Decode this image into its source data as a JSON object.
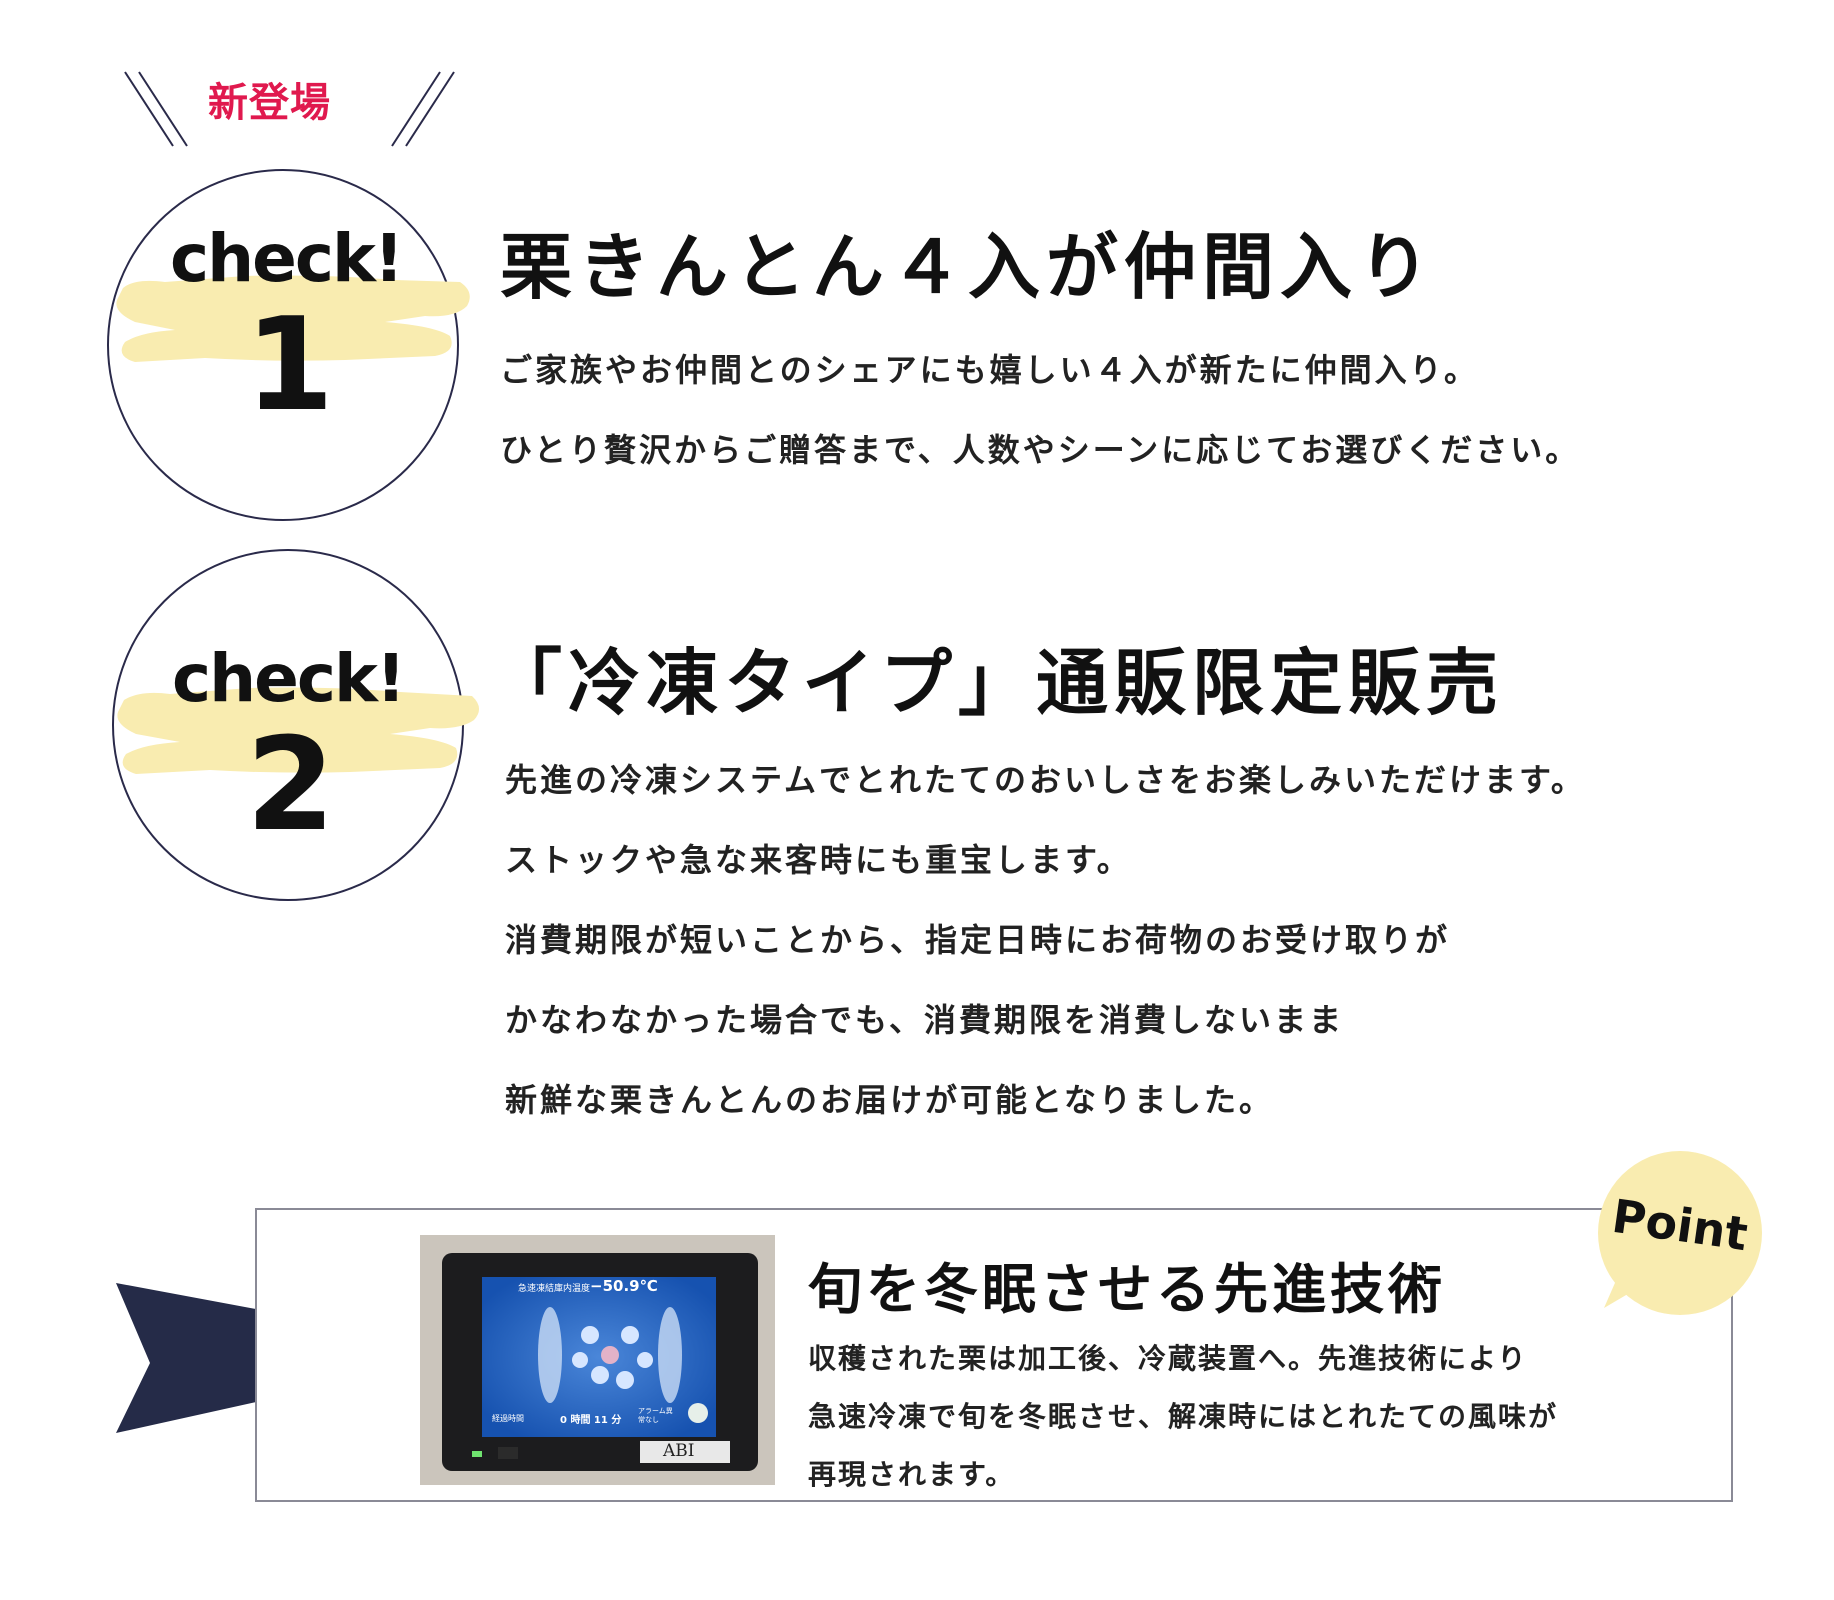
{
  "badges": {
    "new_label": "新登場",
    "check_word": "check!",
    "one": "1",
    "two": "2",
    "highlight_color": "#f9ecb0",
    "circle_color": "#2a2a4a"
  },
  "section1": {
    "heading": "栗きんとん４入が仲間入り",
    "lines": [
      "ご家族やお仲間とのシェアにも嬉しい４入が新たに仲間入り。",
      "ひとり贅沢からご贈答まで、人数やシーンに応じてお選びください。"
    ]
  },
  "section2": {
    "heading": "「冷凍タイプ」通販限定販売",
    "lines": [
      "先進の冷凍システムでとれたてのおいしさをお楽しみいただけます。",
      "ストックや急な来客時にも重宝します。",
      "消費期限が短いことから、指定日時にお荷物のお受け取りが",
      "かなわなかった場合でも、消費期限を消費しないまま",
      "新鮮な栗きんとんのお届けが可能となりました。"
    ]
  },
  "point": {
    "tag": "Point",
    "tag_color": "#f9ecb0",
    "ribbon_color": "#252b48",
    "heading": "旬を冬眠させる先進技術",
    "lines": [
      "収穫された栗は加工後、冷蔵装置へ。先進技術により",
      "急速冷凍で旬を冬眠させ、解凍時にはとれたての風味が",
      "再現されます。"
    ],
    "device": {
      "screen_title": "急速凍結庫内温度",
      "temperature": "−50.9℃",
      "elapsed_label": "経過時間",
      "elapsed_value": "0 時間 11 分",
      "status_label": "アラーム異常なし",
      "brand": "ABI"
    }
  }
}
